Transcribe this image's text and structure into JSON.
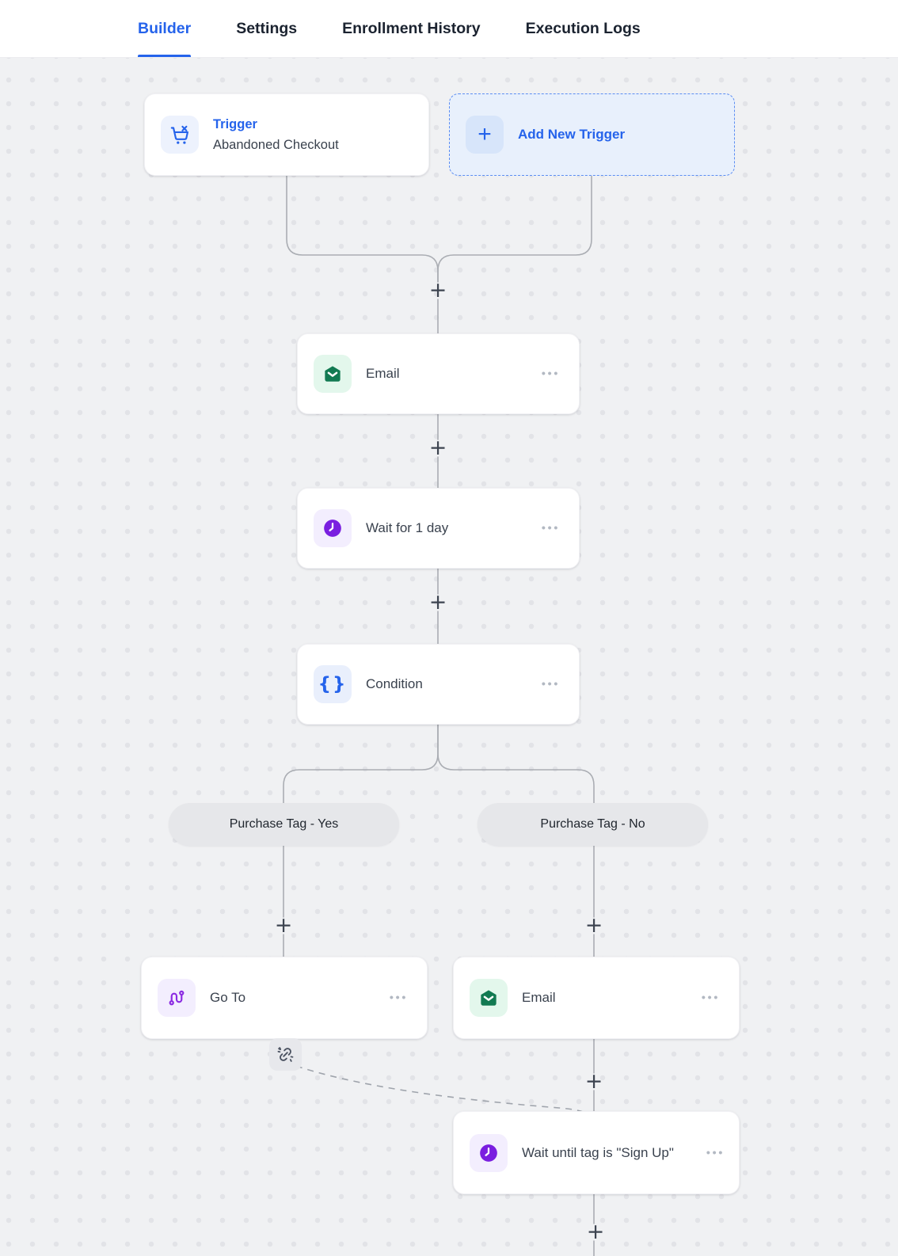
{
  "nav": {
    "tabs": [
      {
        "label": "Builder",
        "active": true
      },
      {
        "label": "Settings",
        "active": false
      },
      {
        "label": "Enrollment History",
        "active": false
      },
      {
        "label": "Execution Logs",
        "active": false
      }
    ]
  },
  "glyphs": {
    "plus": "+",
    "menu": "•••",
    "braces": "{}"
  },
  "colors": {
    "accent_blue": "#2563eb",
    "email_green": "#127a52",
    "wait_purple": "#7a1fe0",
    "route_purple": "#8b2be2",
    "canvas_bg": "#f0f1f3",
    "edge_gray": "#aaadb3",
    "pill_bg": "#e6e7ea"
  },
  "nodes": {
    "trigger": {
      "title": "Trigger",
      "subtitle": "Abandoned Checkout",
      "icon": "abandoned-cart-icon"
    },
    "add_trigger": {
      "label": "Add New Trigger",
      "icon": "plus-icon"
    },
    "email_1": {
      "label": "Email",
      "icon": "open-mail-icon"
    },
    "wait_1": {
      "label": "Wait for 1 day",
      "icon": "clock-icon"
    },
    "condition": {
      "label": "Condition",
      "icon": "braces-icon"
    },
    "branch_yes": {
      "label": "Purchase Tag - Yes"
    },
    "branch_no": {
      "label": "Purchase Tag - No"
    },
    "go_to": {
      "label": "Go To",
      "icon": "route-icon"
    },
    "email_2": {
      "label": "Email",
      "icon": "open-mail-icon"
    },
    "wait_2": {
      "label": "Wait until tag is \"Sign Up\"",
      "icon": "clock-icon"
    }
  }
}
